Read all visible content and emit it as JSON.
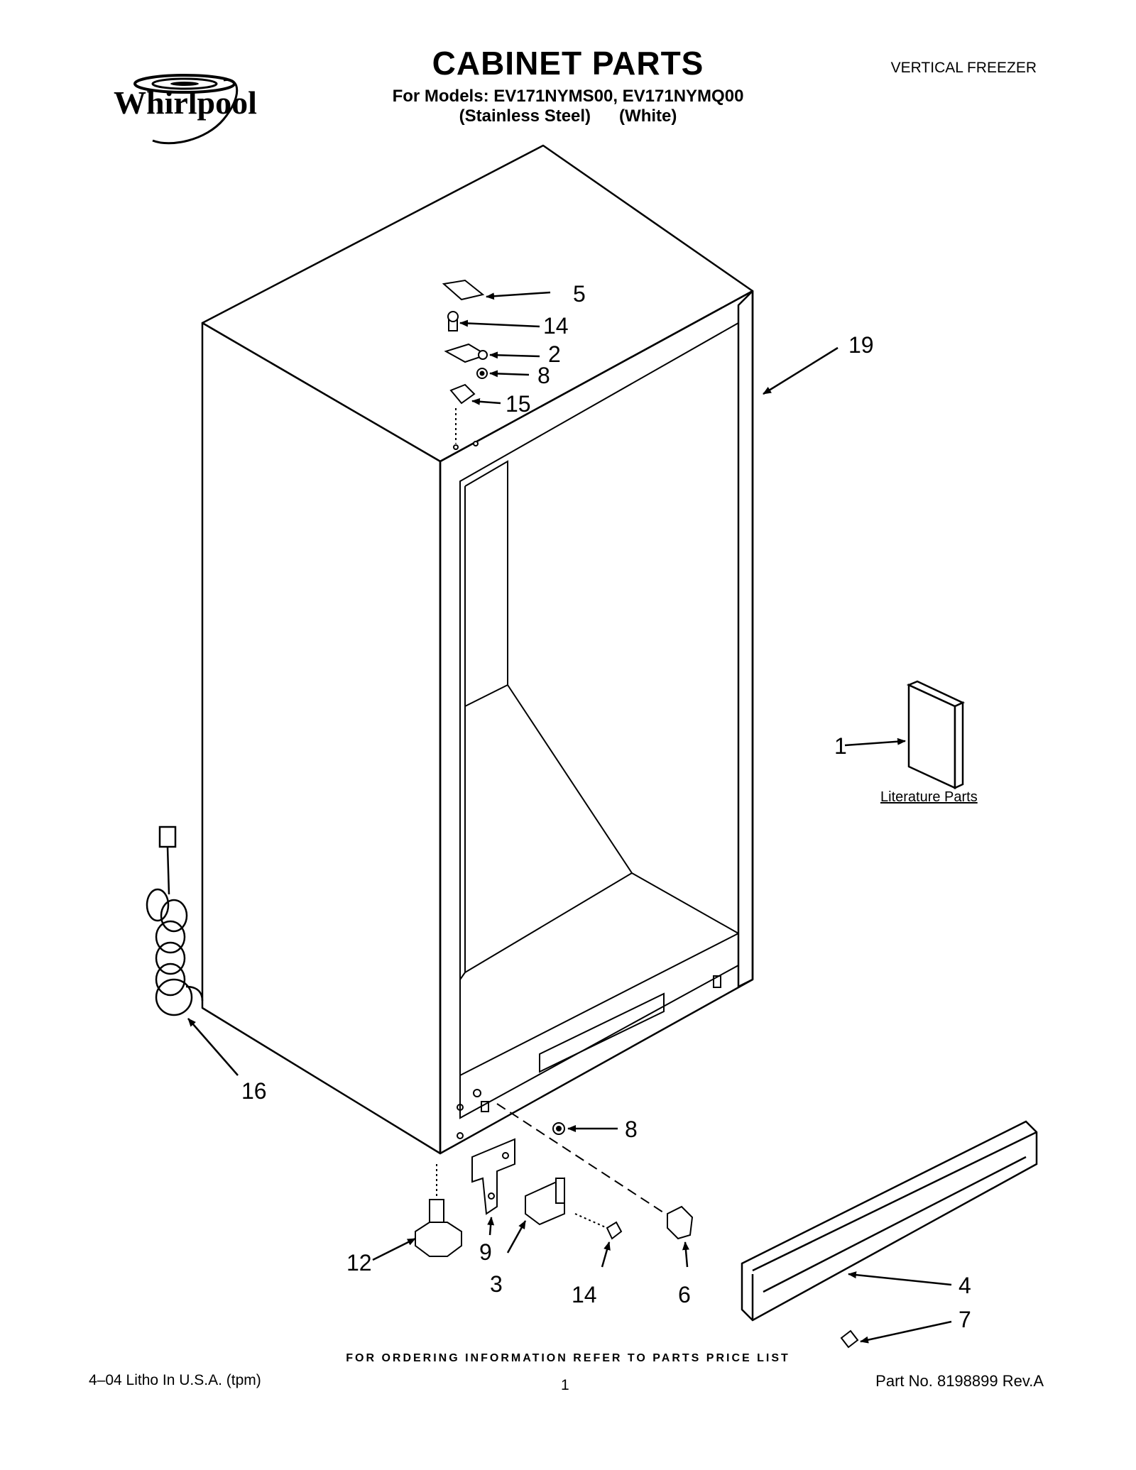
{
  "header": {
    "brand": "Whirlpool",
    "title": "CABINET PARTS",
    "models_line": "For Models: EV171NYMS00, EV171NYMQ00",
    "variants_line": "(Stainless Steel)      (White)",
    "category": "VERTICAL FREEZER"
  },
  "diagram": {
    "callouts": {
      "c1": "1",
      "c2": "2",
      "c3": "3",
      "c4": "4",
      "c5": "5",
      "c6": "6",
      "c7": "7",
      "c8a": "8",
      "c8b": "8",
      "c9": "9",
      "c12": "12",
      "c14a": "14",
      "c14b": "14",
      "c15": "15",
      "c16": "16",
      "c19": "19"
    },
    "literature_label": "Literature Parts"
  },
  "footer": {
    "ordering_note": "FOR ORDERING INFORMATION REFER TO PARTS PRICE LIST",
    "litho": "4–04 Litho In U.S.A. (tpm)",
    "page_number": "1",
    "part_number": "Part No. 8198899 Rev.A"
  }
}
